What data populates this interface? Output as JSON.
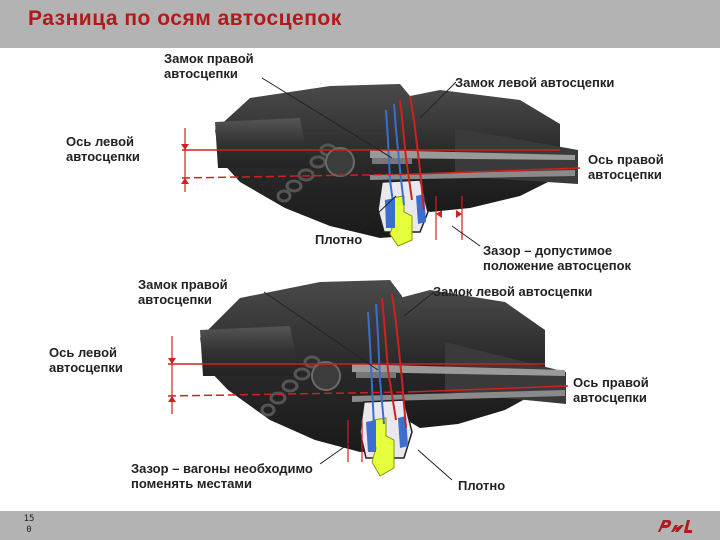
{
  "slide": {
    "title": "Разница по осям автосцепок",
    "page_number_line1": "15",
    "page_number_line2": "0",
    "brand_color": "#b01a1a"
  },
  "diagram_top": {
    "label_right_lock": [
      "Замок правой",
      "автосцепки"
    ],
    "label_left_lock": "Замок левой автосцепки",
    "label_left_axis": [
      "Ось левой",
      "автосцепки"
    ],
    "label_right_axis": [
      "Ось правой",
      "автосцепки"
    ],
    "label_tight": "Плотно",
    "label_gap": [
      "Зазор – допустимое",
      "положение автосцепок"
    ]
  },
  "diagram_bottom": {
    "label_right_lock": [
      "Замок правой",
      "автосцепки"
    ],
    "label_left_lock": "Замок левой автосцепки",
    "label_left_axis": [
      "Ось левой",
      "автосцепки"
    ],
    "label_right_axis": [
      "Ось правой",
      "автосцепки"
    ],
    "label_gap": [
      "Зазор – вагоны необходимо",
      "поменять местами"
    ],
    "label_tight": "Плотно"
  }
}
